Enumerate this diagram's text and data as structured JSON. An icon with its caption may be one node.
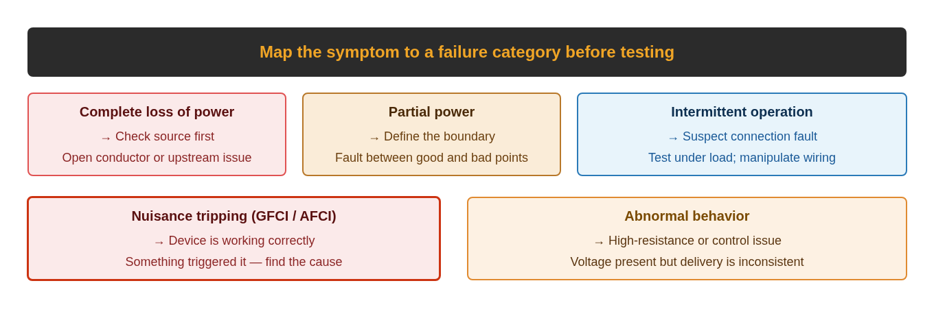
{
  "diagram": {
    "title": "Map the symptom to a failure category before testing",
    "nodes": [
      {
        "text": [
          "Complete loss of power",
          "→ Check source first",
          "Open conductor or upstream issue"
        ]
      },
      {
        "text": [
          "Partial power",
          "→ Define the boundary",
          "Fault between good and bad points"
        ]
      },
      {
        "text": [
          "Intermittent operation",
          "→ Suspect connection fault",
          "Test under load; manipulate wiring"
        ]
      },
      {
        "text": [
          "Nuisance tripping (GFCI / AFCI)",
          "→ Device is working correctly",
          "Something triggered it — find the cause"
        ]
      },
      {
        "text": [
          "Abnormal behavior",
          "→ High-resistance or control issue",
          "Voltage present but delivery is inconsistent"
        ]
      }
    ]
  }
}
